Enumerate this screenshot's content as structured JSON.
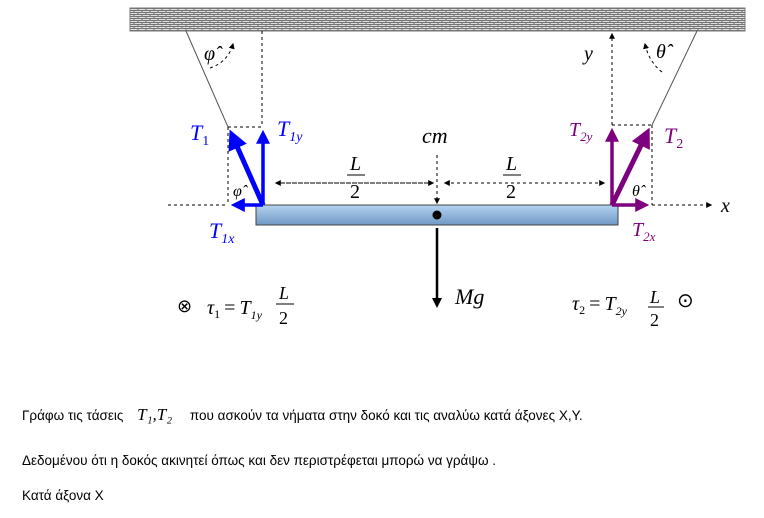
{
  "diagram": {
    "labels": {
      "phi_hat": "φ̂",
      "theta_hat": "θ̂",
      "T1": "T",
      "T1_sub": "1",
      "T1y_sub": "1y",
      "T1x_sub": "1x",
      "T2_sub": "2",
      "T2y_sub": "2y",
      "T2x_sub": "2x",
      "cm": "cm",
      "L": "L",
      "two": "2",
      "Mg": "Mg",
      "x_axis": "x",
      "y_axis": "y",
      "tau": "τ",
      "eq": "=",
      "into_page": "⊗",
      "out_of_page": "⊙"
    },
    "colors": {
      "T1": "#0000ff",
      "T2": "#7f007f",
      "beam": "#8fb8e0"
    }
  },
  "text": {
    "line1_pre": "Γράφω τις τάσεις",
    "line1_math": "T₁,T₂",
    "line1_post": "που ασκούν τα νήματα στην δοκό και τις αναλύω κατά άξονες  X,Y.",
    "line2": "Δεδομένου ότι η δοκός ακινητεί όπως και δεν περιστρέφεται μπορώ να γράψω .",
    "line3": "Κατά άξονα X"
  }
}
